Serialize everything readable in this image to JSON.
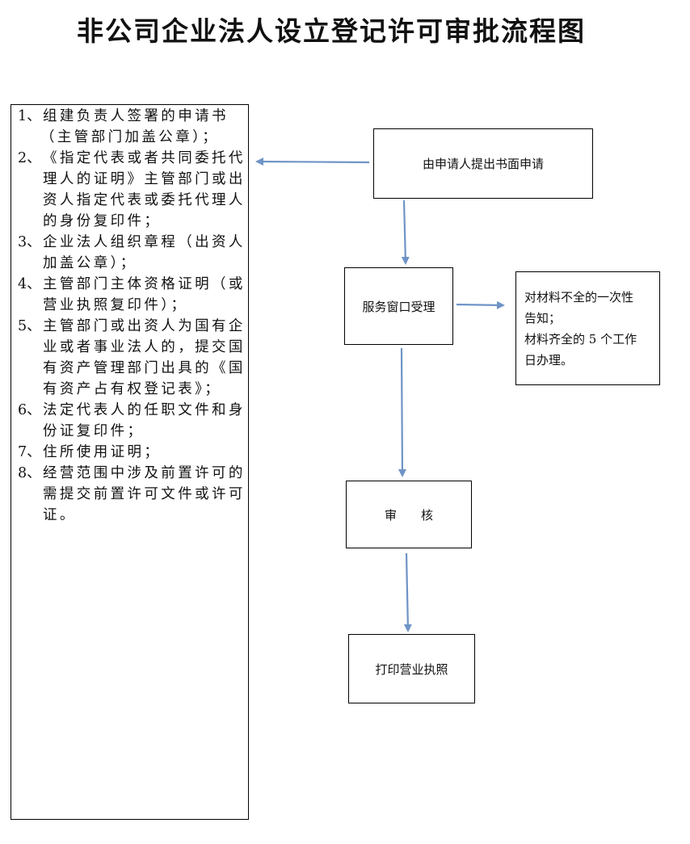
{
  "title": "非公司企业法人设立登记许可审批流程图",
  "materials": [
    {
      "num": "1、",
      "lines": [
        "组建负责人签署的申请书",
        "（主管部门加盖公章）；"
      ]
    },
    {
      "num": "2、",
      "lines": [
        "《指定代表或者共同委托代",
        "理人的证明》主管部门或出",
        "资人指定代表或委托代理人",
        "的身份复印件；"
      ]
    },
    {
      "num": "3、",
      "lines": [
        "企业法人组织章程（出资人",
        "加盖公章）；"
      ]
    },
    {
      "num": "4、",
      "lines": [
        "主管部门主体资格证明（或",
        "营业执照复印件）；"
      ]
    },
    {
      "num": "5、",
      "lines": [
        "主管部门或出资人为国有企",
        "业或者事业法人的，提交国",
        "有资产管理部门出具的《国",
        "有资产占有权登记表》；"
      ]
    },
    {
      "num": "6、",
      "lines": [
        "法定代表人的任职文件和身",
        "份证复印件；"
      ]
    },
    {
      "num": "7、",
      "lines": [
        "住所使用证明；"
      ]
    },
    {
      "num": "8、",
      "lines": [
        "经营范围中涉及前置许可的",
        "需提交前置许可文件或许可",
        "证。"
      ]
    }
  ],
  "flow": {
    "apply": "由申请人提出书面申请",
    "accept": "服务窗口受理",
    "notice": [
      "对材料不全的一次性",
      "告知；",
      "材料齐全的 5 个工作",
      "日办理。"
    ],
    "review": "审　　核",
    "print": "打印营业执照"
  },
  "colors": {
    "arrow": "#6f94c6",
    "border": "#000000"
  }
}
